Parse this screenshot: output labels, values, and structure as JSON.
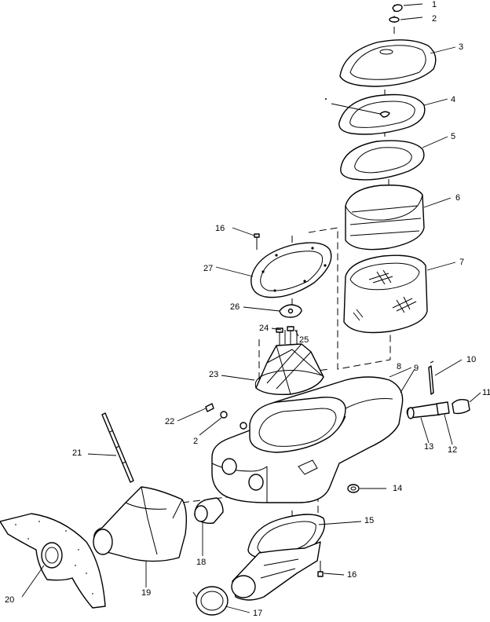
{
  "callouts": [
    {
      "id": "c1",
      "text": "1"
    },
    {
      "id": "c2a",
      "text": "2"
    },
    {
      "id": "c3",
      "text": "3"
    },
    {
      "id": "c4",
      "text": "4"
    },
    {
      "id": "c5",
      "text": "5"
    },
    {
      "id": "c6",
      "text": "6"
    },
    {
      "id": "c7",
      "text": "7"
    },
    {
      "id": "c8",
      "text": "8"
    },
    {
      "id": "c9",
      "text": "9"
    },
    {
      "id": "c10",
      "text": "10"
    },
    {
      "id": "c11",
      "text": "11"
    },
    {
      "id": "c12",
      "text": "12"
    },
    {
      "id": "c13",
      "text": "13"
    },
    {
      "id": "c14",
      "text": "14"
    },
    {
      "id": "c15",
      "text": "15"
    },
    {
      "id": "c16a",
      "text": "16"
    },
    {
      "id": "c16b",
      "text": "16"
    },
    {
      "id": "c17",
      "text": "17"
    },
    {
      "id": "c18",
      "text": "18"
    },
    {
      "id": "c19",
      "text": "19"
    },
    {
      "id": "c20",
      "text": "20"
    },
    {
      "id": "c21",
      "text": "21"
    },
    {
      "id": "c22",
      "text": "22"
    },
    {
      "id": "c2b",
      "text": "2"
    },
    {
      "id": "c23",
      "text": "23"
    },
    {
      "id": "c24",
      "text": "24"
    },
    {
      "id": "c25",
      "text": "25"
    },
    {
      "id": "c26",
      "text": "26"
    },
    {
      "id": "c27",
      "text": "27"
    }
  ]
}
